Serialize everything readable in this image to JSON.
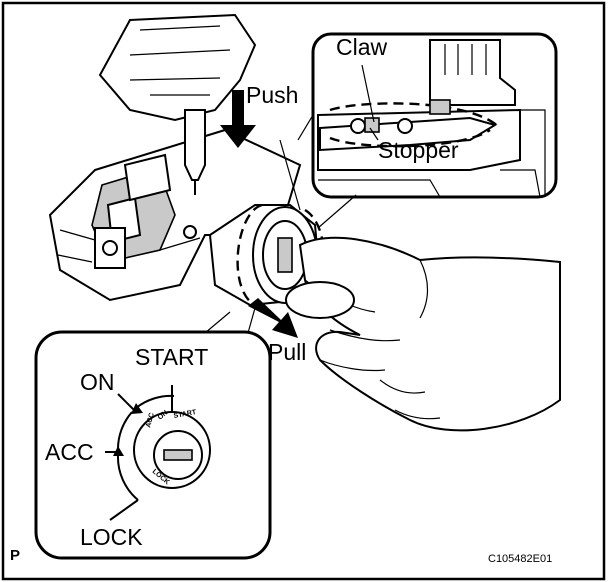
{
  "labels": {
    "push": "Push",
    "pull": "Pull",
    "claw": "Claw",
    "stopper": "Stopper",
    "start": "START",
    "on": "ON",
    "acc": "ACC",
    "lock": "LOCK",
    "dial_start": "START",
    "dial_on": "ON",
    "dial_acc": "ACC",
    "dial_lock": "LOCK",
    "corner_mark": "P",
    "figure_code": "C105482E01"
  },
  "colors": {
    "line": "#000000",
    "fill": "#ffffff",
    "shade": "#c9c9c9"
  },
  "icons": {
    "push_arrow": "arrow-down-icon",
    "pull_arrow": "arrow-down-right-icon",
    "screwdriver": "screwdriver-icon",
    "hand": "hand-icon",
    "key_cylinder": "key-cylinder-icon"
  }
}
